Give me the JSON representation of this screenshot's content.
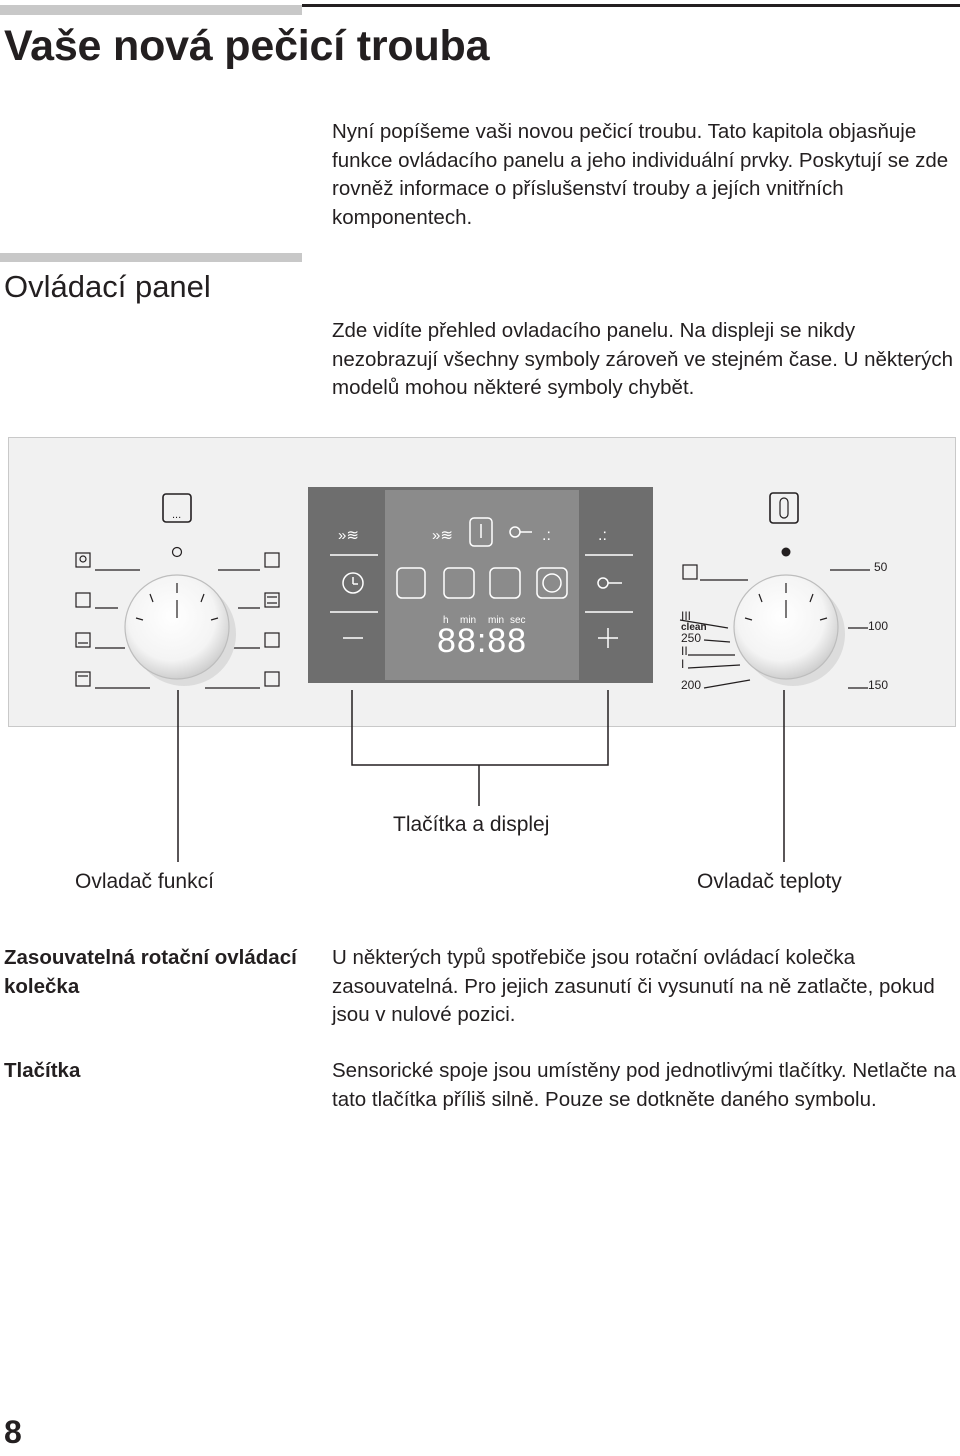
{
  "heading": "Vaše nová pečicí trouba",
  "intro": "Nyní popíšeme vaši novou pečicí troubu. Tato kapitola objasňuje funkce ovládacího panelu a jeho individuální prvky. Poskytují se zde rovněž informace o příslušenství trouby a jejích vnitřních komponentech.",
  "section_title": "Ovládací panel",
  "section_text": "Zde vidíte přehled ovladacího panelu. Na displeji se nikdy nezobrazují všechny symboly zároveň ve stejném čase. U některých modelů mohou některé symboly chybět.",
  "figure": {
    "display_units": [
      "h",
      "min",
      "min",
      "sec"
    ],
    "display_digits": "88:88",
    "temp_scale_left": [
      "III",
      "clean",
      "250",
      "II",
      "I",
      "200"
    ],
    "temp_scale_right": [
      "50",
      "100",
      "150"
    ],
    "callouts": {
      "buttons_display": "Tlačítka a displej",
      "function_knob": "Ovladač funkcí",
      "temperature_knob": "Ovladač teploty"
    }
  },
  "definitions": [
    {
      "term": "Zasouvatelná rotační ovládací kolečka",
      "text": "U některých typů spotřebiče jsou rotační ovládací kolečka zasouvatelná. Pro jejich zasunutí či vysunutí na ně zatlačte, pokud jsou v nulové pozici."
    },
    {
      "term": "Tlačítka",
      "text": "Sensorické spoje jsou umístěny pod jednotlivými tlačítky. Netlačte na tato tlačítka příliš silně. Pouze se dotkněte daného symbolu."
    }
  ],
  "page_number": "8"
}
